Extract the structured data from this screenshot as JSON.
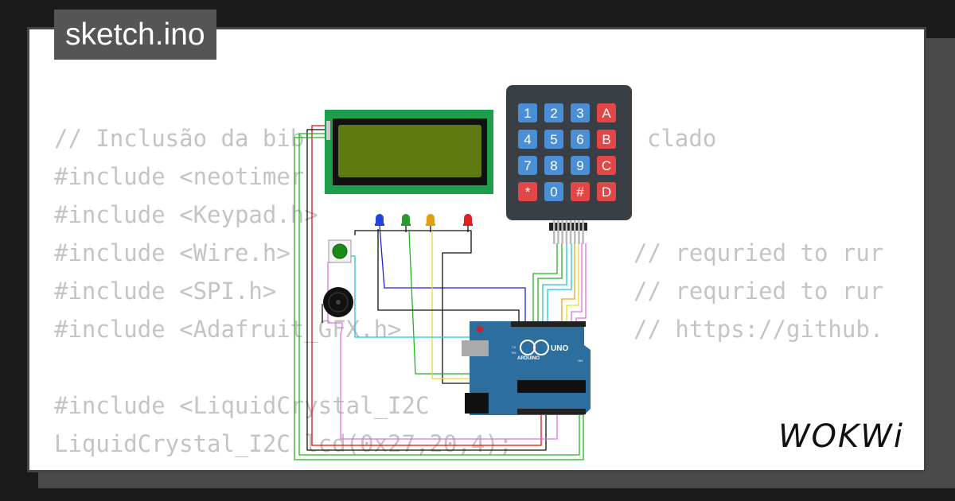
{
  "window": {
    "title": "sketch.ino"
  },
  "code": {
    "lines": [
      "// Inclusão da bib",
      "#include <neotimer",
      "#include <Keypad.h>",
      "#include <Wire.h>",
      "#include <SPI.h>",
      "#include <Adafruit_GFX.h>",
      "",
      "#include <LiquidCrystal_I2C",
      "LiquidCrystal_I2C lcd(0x27,20,4);"
    ],
    "line1_tail": "clado",
    "right_comments": [
      "// requried to rur",
      "// requried to rur",
      "// https://github."
    ]
  },
  "keypad": {
    "keys": [
      "1",
      "2",
      "3",
      "A",
      "4",
      "5",
      "6",
      "B",
      "7",
      "8",
      "9",
      "C",
      "*",
      "0",
      "#",
      "D"
    ]
  },
  "arduino": {
    "board_label": "UNO",
    "brand": "ARDUINO",
    "led_tx": "TX",
    "led_rx": "RX",
    "led_on": "ON"
  },
  "brand": {
    "logo": "WOKWi"
  },
  "colors": {
    "lcd_frame": "#1e9e4a",
    "lcd_screen": "#5e7a10",
    "keypad_body": "#3a3f45",
    "key_blue": "#4a8fd6",
    "key_red": "#e24646",
    "board": "#2c6e9e"
  }
}
